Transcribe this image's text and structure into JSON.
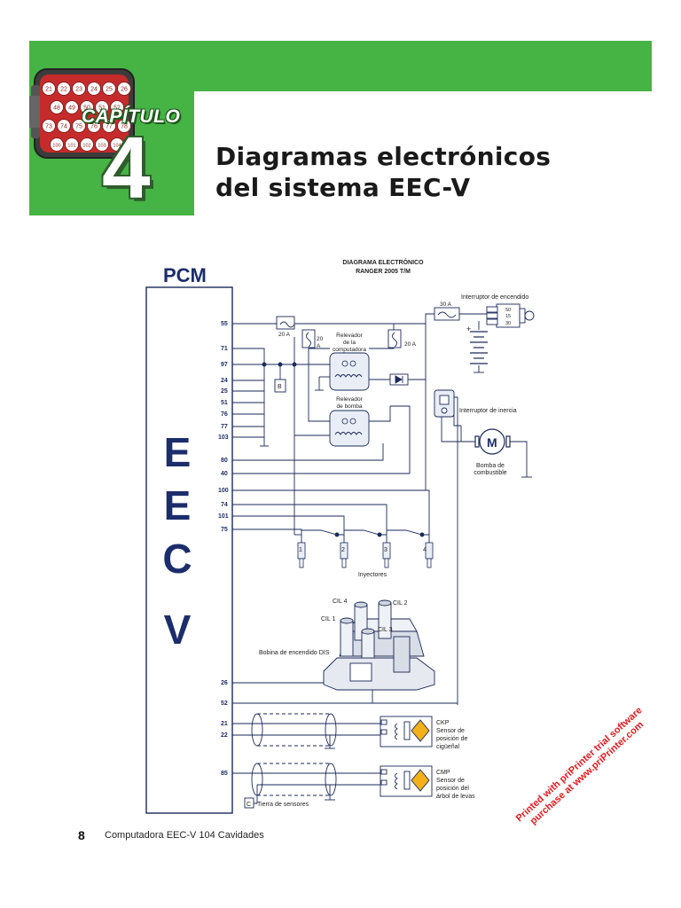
{
  "header": {
    "chapter_label": "CAPÍTULO",
    "chapter_number": "4",
    "title_line1": "Diagramas electrónicos",
    "title_line2": "del sistema EEC-V",
    "connector_pins_row1": [
      "21",
      "22",
      "23",
      "24",
      "25",
      "26"
    ],
    "connector_pins_row2": [
      "48",
      "49",
      "50",
      "51",
      "52"
    ],
    "connector_pins_row3": [
      "73",
      "74",
      "75",
      "76",
      "77",
      "78"
    ],
    "connector_pins_row4": [
      "100",
      "101",
      "102",
      "103",
      "104"
    ],
    "accent_color": "#46b345"
  },
  "diagram": {
    "pcm_label": "PCM",
    "title_line1": "DIAGRAMA ELECTRÓNICO",
    "title_line2": "RANGER 2005 T/M",
    "eec_letters": [
      "E",
      "E",
      "C",
      "V"
    ],
    "pins": [
      "55",
      "71",
      "97",
      "24",
      "25",
      "51",
      "76",
      "77",
      "103",
      "80",
      "40",
      "100",
      "74",
      "101",
      "75",
      "26",
      "52",
      "21",
      "22",
      "85"
    ],
    "fuse_20a_1": "20 A",
    "fuse_20a_2_line1": "20",
    "fuse_20a_2_line2": "A",
    "fuse_20a_3": "20 A",
    "fuse_30a": "30 A",
    "relay_pcm": [
      "Relevador",
      "de la",
      "computadora"
    ],
    "relay_pump": [
      "Relevador",
      "de bomba"
    ],
    "ignition_switch": "Interruptor de encendido",
    "ignition_positions": [
      "50",
      "15",
      "30"
    ],
    "inertia_switch": "Interruptor de inercia",
    "motor_label": "M",
    "fuel_pump": [
      "Bomba de",
      "combustible"
    ],
    "b_label": "B",
    "injector_numbers": [
      "1",
      "2",
      "3",
      "4"
    ],
    "injectors": "Inyectores",
    "coils": [
      "CIL 4",
      "CIL 2",
      "CIL 1",
      "CIL 3"
    ],
    "coil_label": "Bobina de encendido DIS",
    "ckp": [
      "CKP",
      "Sensor de",
      "posición de",
      "cigüeñal"
    ],
    "cmp": [
      "CMP",
      "Sensor de",
      "posición del",
      "árbol de levas"
    ],
    "c_label": "C",
    "sensor_ground": "Tierra de sensores"
  },
  "footer": {
    "page_number": "8",
    "text": "Computadora EEC-V 104 Cavidades"
  },
  "watermark": {
    "line1": "Printed with priPrinter trial software",
    "line2": "purchase at www.priPrinter.com"
  }
}
